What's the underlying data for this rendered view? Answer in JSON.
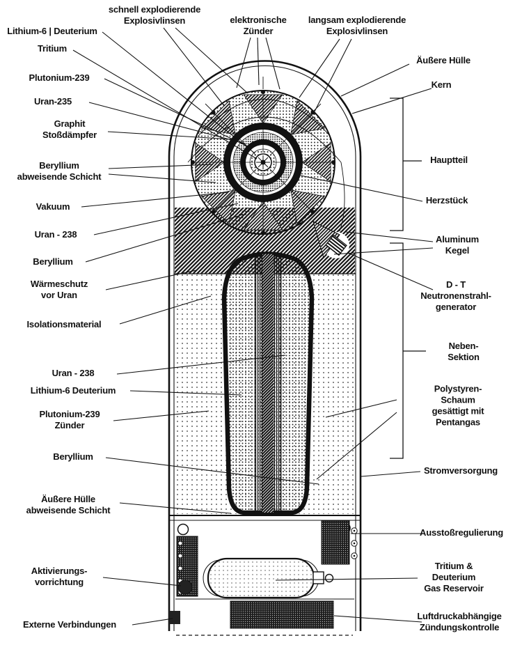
{
  "colors": {
    "ink": "#111111",
    "paper": "#ffffff"
  },
  "labels": {
    "schnell": "schnell explodierende\nExplosivlinsen",
    "elektronische": "elektronische\nZünder",
    "langsam": "langsam explodierende\nExplosivlinsen",
    "lithium6_deuterium": "Lithium-6 | Deuterium",
    "tritium": "Tritium",
    "plutonium_239": "Plutonium-239",
    "uran_235": "Uran-235",
    "graphit": "Graphit\nStoßdämpfer",
    "beryllium_abweisend": "Beryllium\nabweisende Schicht",
    "vakuum": "Vakuum",
    "uran_238": "Uran - 238",
    "beryllium_1": "Beryllium",
    "waermeschutz": "Wärmeschutz\nvor Uran",
    "isolationsmaterial": "Isolationsmaterial",
    "uran_238_2": "Uran - 238",
    "lithium6_deuterium_2": "Lithium-6 Deuterium",
    "plutonium_zuender": "Plutonium-239\nZünder",
    "beryllium_2": "Beryllium",
    "aeussere_huelle_abweisend": "Äußere Hülle\nabweisende Schicht",
    "aktivierung": "Aktivierungs-\nvorrichtung",
    "externe_verbindungen": "Externe Verbindungen",
    "aeussere_huelle": "Äußere Hülle",
    "kern": "Kern",
    "hauptteil": "Hauptteil",
    "herzstueck": "Herzstück",
    "aluminum_kegel": "Aluminum\nKegel",
    "dt_generator": "D - T\nNeutronenstrahl-\ngenerator",
    "neben_sektion": "Neben-Sektion",
    "polystyren": "Polystyren-Schaum\ngesättigt mit\nPentangas",
    "stromversorgung": "Stromversorgung",
    "ausstossregulierung": "Ausstoßregulierung",
    "tritium_deuterium_gas": "Tritium & Deuterium\nGas Reservoir",
    "luftdruck": "Luftdruckabhängige\nZündungskontrolle"
  }
}
